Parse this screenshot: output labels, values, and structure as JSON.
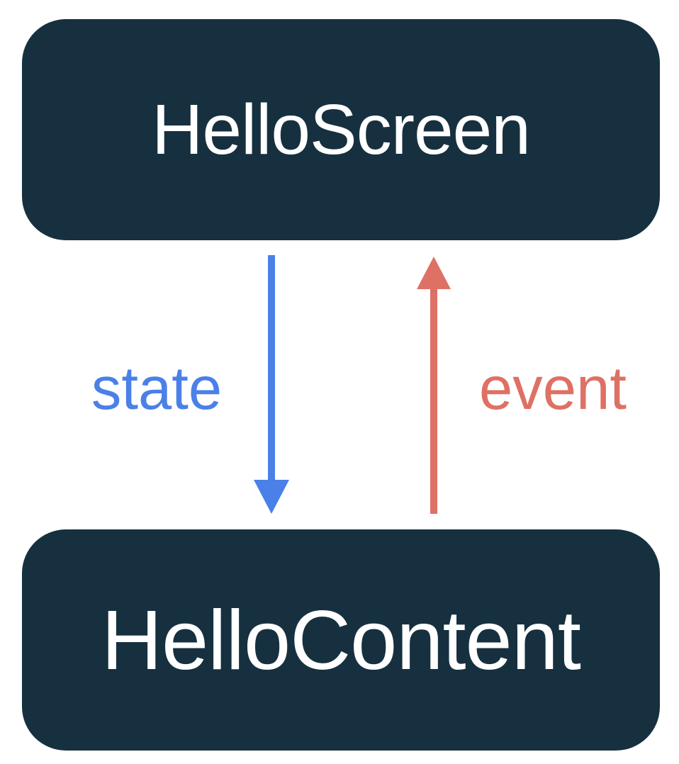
{
  "diagram": {
    "nodes": [
      {
        "id": "hello-screen",
        "label": "HelloScreen"
      },
      {
        "id": "hello-content",
        "label": "HelloContent"
      }
    ],
    "edges": [
      {
        "id": "state",
        "label": "state",
        "direction": "down",
        "from": "hello-screen",
        "to": "hello-content",
        "color": "#4A80E8"
      },
      {
        "id": "event",
        "label": "event",
        "direction": "up",
        "from": "hello-content",
        "to": "hello-screen",
        "color": "#DE7164"
      }
    ],
    "colors": {
      "node_bg": "#16303F",
      "node_text": "#FFFFFF",
      "background": "#FFFFFF"
    }
  }
}
